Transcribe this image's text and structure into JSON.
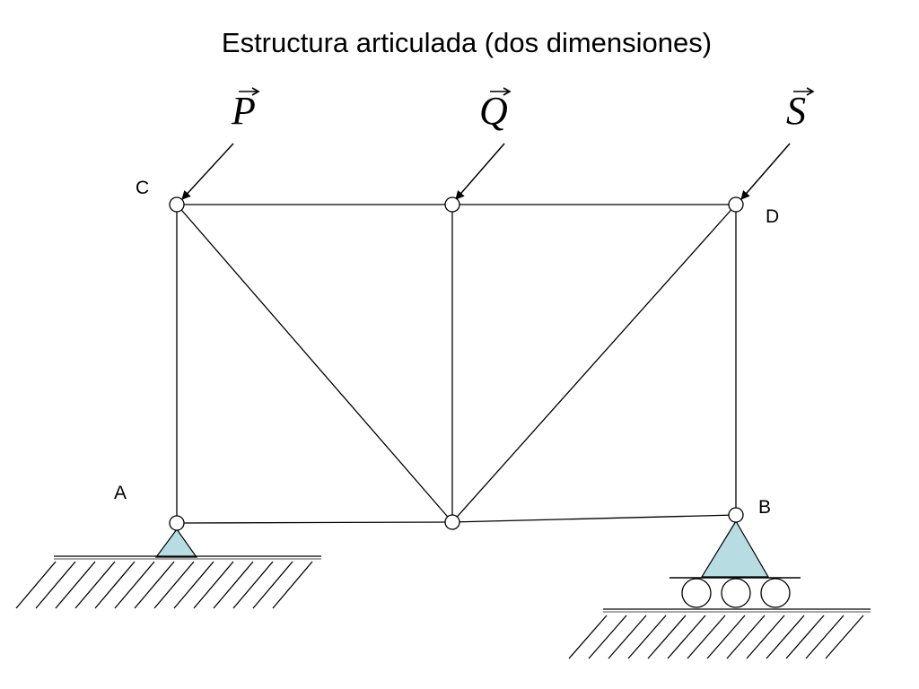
{
  "title": "Estructura articulada (dos dimensiones)",
  "forces": [
    {
      "id": "P",
      "label": "P",
      "vector": true
    },
    {
      "id": "Q",
      "label": "Q",
      "vector": true
    },
    {
      "id": "S",
      "label": "S",
      "vector": true
    }
  ],
  "nodes": [
    {
      "id": "C",
      "label": "C"
    },
    {
      "id": "D",
      "label": "D"
    },
    {
      "id": "A",
      "label": "A"
    },
    {
      "id": "B",
      "label": "B"
    }
  ],
  "supports": {
    "A": {
      "type": "pinned",
      "fill": "#b7dde3"
    },
    "B": {
      "type": "roller",
      "fill": "#b7dde3"
    }
  },
  "colors": {
    "line": "#000000",
    "support_fill": "#b7dde3",
    "node_fill": "#ffffff"
  }
}
